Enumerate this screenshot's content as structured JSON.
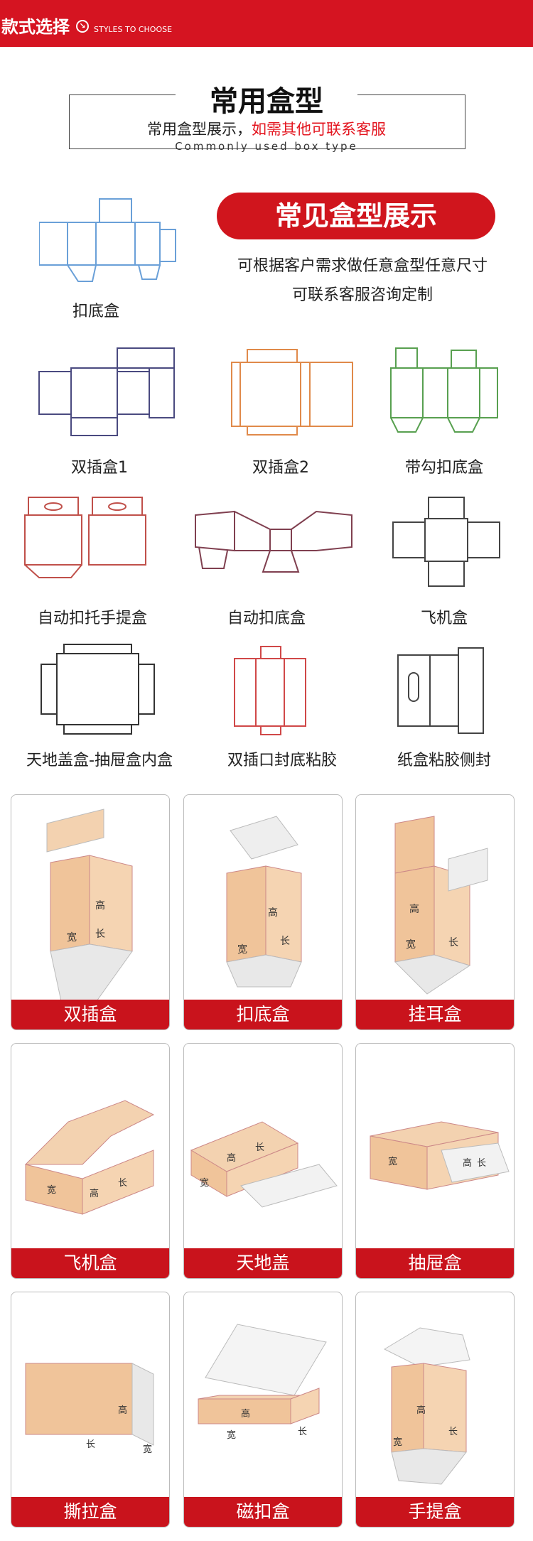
{
  "header": {
    "title": "款式选择",
    "icon": "arrow-circle-icon",
    "subtitle": "STYLES TO CHOOSE",
    "bg": "#d51421"
  },
  "intro": {
    "heading": "常用盒型",
    "line_prefix": "常用盒型展示，",
    "line_red": "如需其他可联系客服",
    "english": "Commonly used box type"
  },
  "showcase": {
    "pill": "常见盒型展示",
    "note1": "可根据客户需求做任意盒型任意尺寸",
    "note2": "可联系客服咨询定制"
  },
  "dielines": [
    {
      "label": "扣底盒",
      "color": "#6aa0d8"
    },
    {
      "label": "双插盒1",
      "color": "#4a4a80"
    },
    {
      "label": "双插盒2",
      "color": "#e08a4a"
    },
    {
      "label": "带勾扣底盒",
      "color": "#58a050"
    },
    {
      "label": "自动扣托手提盒",
      "color": "#c0504a"
    },
    {
      "label": "自动扣底盒",
      "color": "#804050"
    },
    {
      "label": "飞机盒",
      "color": "#444444"
    },
    {
      "label": "天地盖盒-抽屉盒内盒",
      "color": "#333333"
    },
    {
      "label": "双插口封底粘胶",
      "color": "#d04848"
    },
    {
      "label": "纸盒粘胶侧封",
      "color": "#444444"
    }
  ],
  "cards": [
    {
      "label": "双插盒",
      "marks": [
        "高",
        "宽",
        "长"
      ]
    },
    {
      "label": "扣底盒",
      "marks": [
        "高",
        "宽",
        "长"
      ]
    },
    {
      "label": "挂耳盒",
      "marks": [
        "高",
        "宽",
        "长"
      ]
    },
    {
      "label": "飞机盒",
      "marks": [
        "宽",
        "高",
        "长"
      ]
    },
    {
      "label": "天地盖",
      "marks": [
        "高",
        "长",
        "宽"
      ]
    },
    {
      "label": "抽屉盒",
      "marks": [
        "宽",
        "高",
        "长"
      ]
    },
    {
      "label": "撕拉盒",
      "marks": [
        "高",
        "长",
        "宽"
      ]
    },
    {
      "label": "磁扣盒",
      "marks": [
        "高",
        "宽",
        "长"
      ]
    },
    {
      "label": "手提盒",
      "marks": [
        "高",
        "宽",
        "长"
      ]
    }
  ],
  "colors": {
    "accent": "#d0151d",
    "kraft": "#f0c49a",
    "kraft_dark": "#e2a673"
  }
}
